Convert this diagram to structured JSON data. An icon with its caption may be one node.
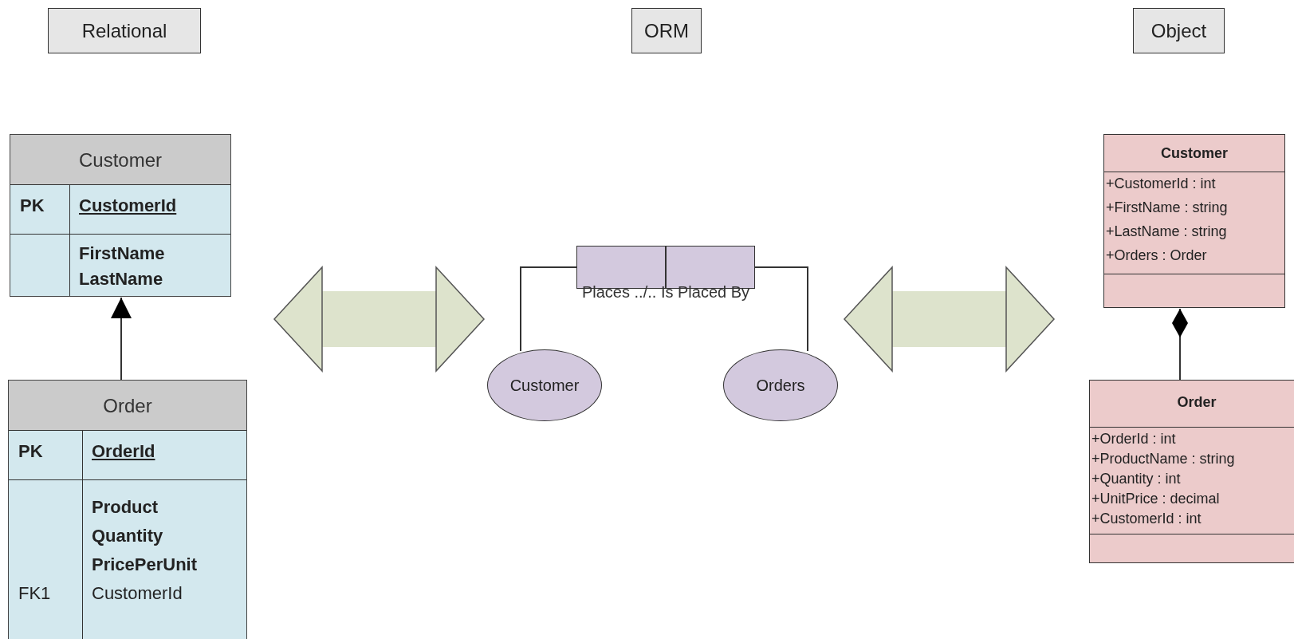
{
  "diagram": {
    "nodes": [
      {
        "text": [
          "Relational"
        ]
      },
      {
        "text": [
          "ORM"
        ]
      },
      {
        "text": [
          "Object"
        ]
      },
      {
        "text": [
          "Customer",
          "PK",
          "CustomerId",
          "FirstName",
          "LastName"
        ]
      },
      {
        "text": [
          "Order",
          "PK",
          "OrderId",
          "Product",
          "Quantity",
          "PricePerUnit",
          "FK1",
          "CustomerId"
        ]
      },
      {
        "text": [],
        "shape": "box"
      },
      {
        "text": [],
        "shape": "box"
      },
      {
        "text": [
          "Customer"
        ]
      },
      {
        "text": [
          "Orders"
        ]
      },
      {
        "text": [
          "Customer",
          "+CustomerId : int",
          "+FirstName : string",
          "+LastName : string",
          "+Orders : Order"
        ]
      },
      {
        "text": [
          "Order",
          "+OrderId : int",
          "+ProductName : string",
          "+Quantity : int",
          "+UnitPrice : decimal",
          "+CustomerId : int"
        ]
      }
    ],
    "edges": [
      {
        "from": 4,
        "to": 3,
        "arrow": "to"
      },
      {
        "from": 3,
        "to": 7,
        "arrow": "both",
        "style": "thick",
        "color": "#dde3cc"
      },
      {
        "from": 7,
        "to": 5,
        "arrow": "none"
      },
      {
        "from": 8,
        "to": 6,
        "arrow": "none"
      },
      {
        "from": 8,
        "to": 9,
        "arrow": "both",
        "style": "thick",
        "color": "#dde3cc"
      },
      {
        "from": 10,
        "to": 9,
        "arrow": "other"
      }
    ],
    "labels": [
      "Places ../.. Is Placed By"
    ]
  }
}
